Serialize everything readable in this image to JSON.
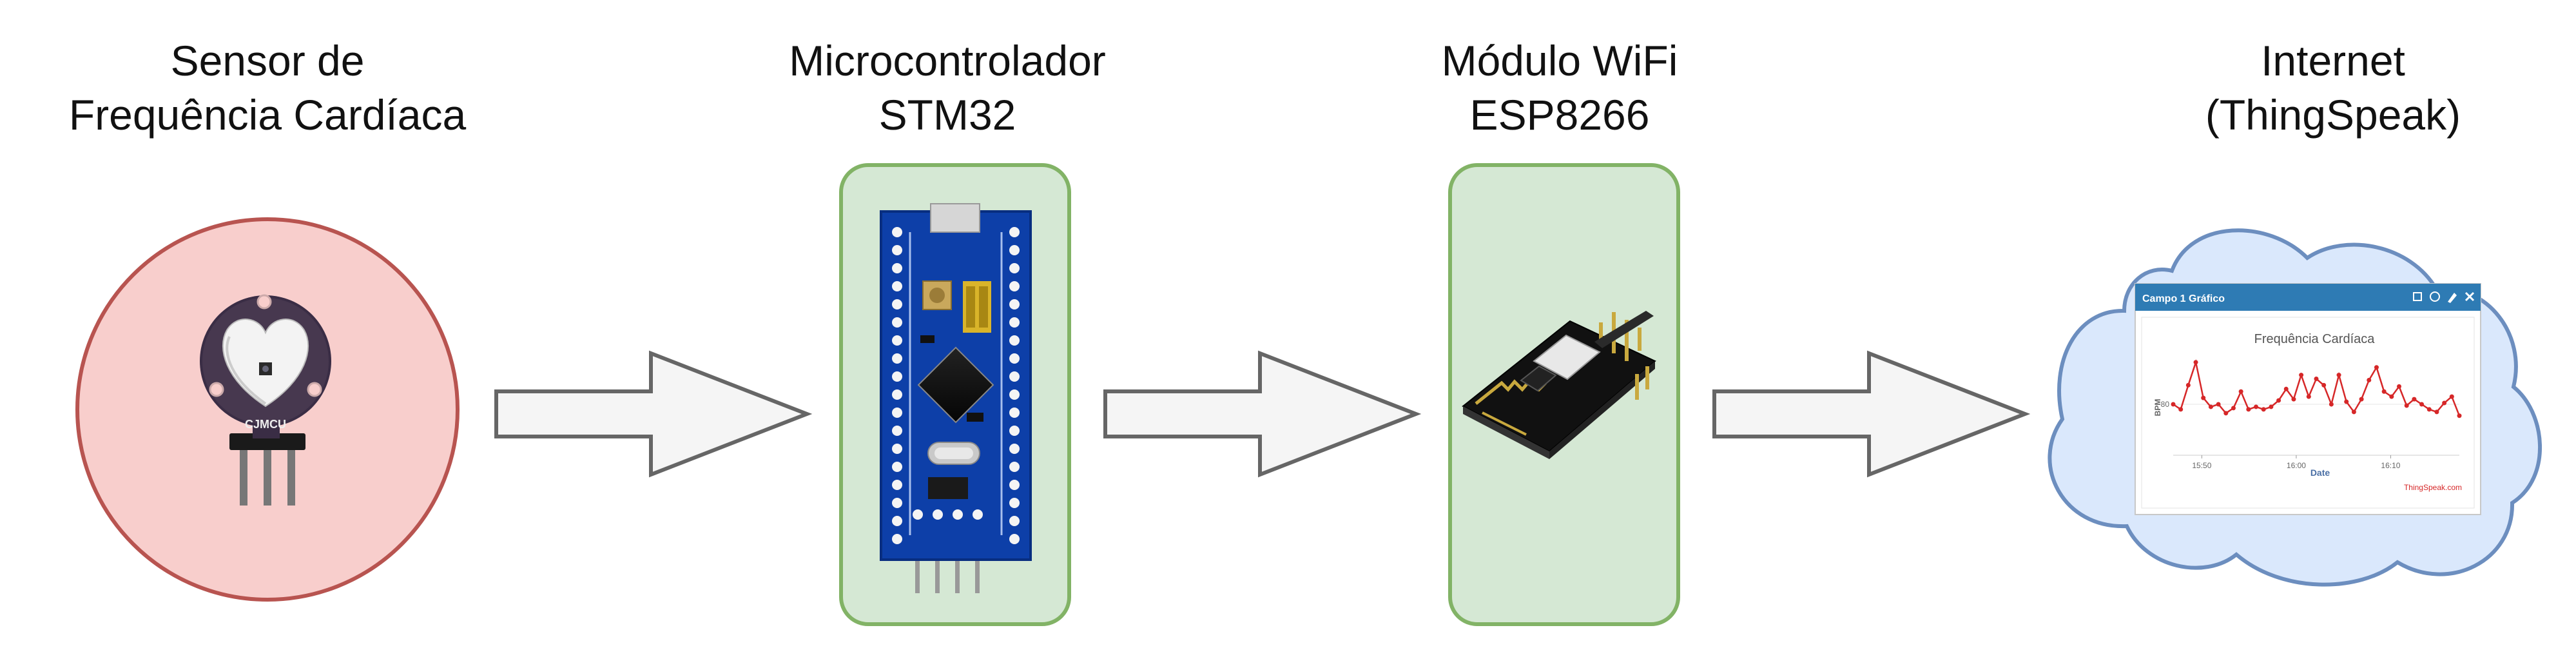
{
  "stages": [
    {
      "line1": "Sensor de",
      "line2": "Frequência Cardíaca"
    },
    {
      "line1": "Microcontrolador",
      "line2": "STM32"
    },
    {
      "line1": "Módulo WiFi",
      "line2": "ESP8266"
    },
    {
      "line1": "Internet",
      "line2": "(ThingSpeak)"
    }
  ],
  "sensor": {
    "brand": "CJMCU"
  },
  "colors": {
    "sensor_fill": "#f8cecc",
    "sensor_stroke": "#b85450",
    "board_fill": "#d5e8d4",
    "board_stroke": "#82b366",
    "cloud_fill": "#dae8fc",
    "cloud_stroke": "#6c8ebf",
    "arrow_fill": "#f5f5f5",
    "arrow_stroke": "#666666",
    "widget_header": "#2e7bb4",
    "chart_line": "#d62728"
  },
  "widget": {
    "header_title": "Campo 1 Gráfico",
    "chart_title": "Frequência Cardíaca",
    "ylabel": "BPM",
    "xlabel": "Date",
    "ytick": "80",
    "xticks": [
      "15:50",
      "16:00",
      "16:10"
    ],
    "credit": "ThingSpeak.com"
  },
  "chart_data": {
    "type": "line",
    "title": "Frequência Cardíaca",
    "xlabel": "Date",
    "ylabel": "BPM",
    "x_ticks": [
      "15:50",
      "16:00",
      "16:10"
    ],
    "y_ticks": [
      80
    ],
    "ylim": [
      40,
      120
    ],
    "series": [
      {
        "values": [
          80,
          76,
          95,
          113,
          85,
          78,
          80,
          73,
          77,
          90,
          76,
          78,
          76,
          78,
          83,
          92,
          84,
          103,
          86,
          100,
          95,
          80,
          103,
          82,
          74,
          84,
          99,
          109,
          90,
          86,
          94,
          79,
          84,
          80,
          76,
          74,
          81,
          86,
          71
        ]
      }
    ]
  }
}
